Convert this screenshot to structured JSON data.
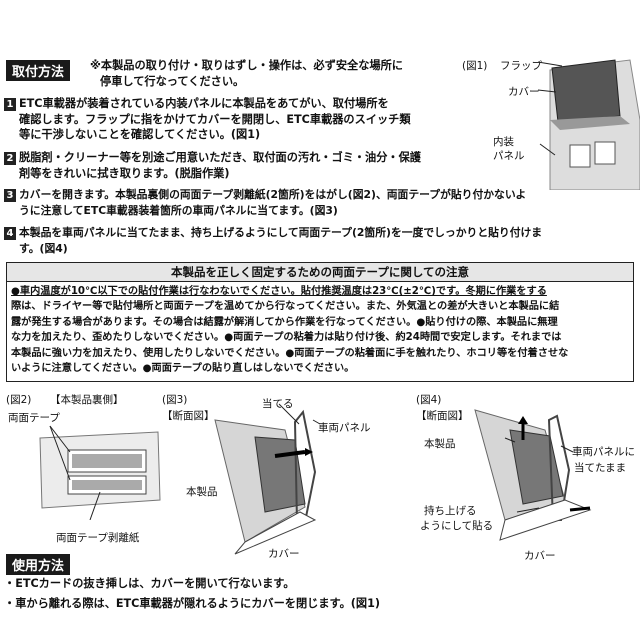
{
  "install": {
    "header": "取付方法",
    "warning_line1": "※本製品の取り付け・取りはずし・操作は、必ず安全な場所に",
    "warning_line2": "停車して行なってください。",
    "steps": [
      {
        "num": "1",
        "lines": [
          "ETC車載器が装着されている内装パネルに本製品をあてがい、取付場所を",
          "確認します。フラップに指をかけてカバーを開閉し、ETC車載器のスイッチ類",
          "等に干渉しないことを確認してください。(図1)"
        ]
      },
      {
        "num": "2",
        "lines": [
          "脱脂剤・クリーナー等を別途ご用意いただき、取付面の汚れ・ゴミ・油分・保護",
          "剤等をきれいに拭き取ります。(脱脂作業)"
        ]
      },
      {
        "num": "3",
        "lines": [
          "カバーを開きます。本製品裏側の両面テープ剥離紙(2箇所)をはがし(図2)、両面テープが貼り付かないよ",
          "うに注意してETC車載器装着箇所の車両パネルに当てます。(図3)"
        ]
      },
      {
        "num": "4",
        "lines": [
          "本製品を車両パネルに当てたまま、持ち上げるようにして両面テープ(2箇所)を一度でしっかりと貼り付けま",
          "す。(図4)"
        ]
      }
    ]
  },
  "fig1": {
    "title": "(図1)",
    "flap": "フラップ",
    "cover": "カバー",
    "panel1": "内装",
    "panel2": "パネル"
  },
  "note": {
    "title": "本製品を正しく固定するための両面テープに関しての注意",
    "lines": [
      "●車内温度が10℃以下での貼付作業は行なわないでください。貼付推奨温度は23℃(±2℃)です。冬期に作業をする",
      "際は、ドライヤー等で貼付場所と両面テープを温めてから行なってください。また、外気温との差が大きいと本製品に結",
      "露が発生する場合があります。その場合は結露が解消してから作業を行なってください。●貼り付けの際、本製品に無理",
      "な力を加えたり、歪めたりしないでください。●両面テープの粘着力は貼り付け後、約24時間で安定します。それまでは",
      "本製品に強い力を加えたり、使用したりしないでください。●両面テープの粘着面に手を触れたり、ホコリ等を付着させな",
      "いように注意してください。●両面テープの貼り直しはしないでください。"
    ]
  },
  "fig2": {
    "title": "(図2)",
    "subtitle": "【本製品裏側】",
    "tape": "両面テープ",
    "release": "両面テープ剥離紙"
  },
  "fig3": {
    "title": "(図3)",
    "subtitle": "【断面図】",
    "touch": "当てる",
    "panel": "車両パネル",
    "product": "本製品",
    "cover": "カバー"
  },
  "fig4": {
    "title": "(図4)",
    "subtitle": "【断面図】",
    "product": "本製品",
    "keep1": "車両パネルに",
    "keep2": "当てたまま",
    "lift1": "持ち上げる",
    "lift2": "ようにして貼る",
    "cover": "カバー"
  },
  "usage": {
    "header": "使用方法",
    "lines": [
      "・ETCカードの抜き挿しは、カバーを開いて行ないます。",
      "・車から離れる際は、ETC車載器が隠れるようにカバーを閉じます。(図1)"
    ]
  }
}
